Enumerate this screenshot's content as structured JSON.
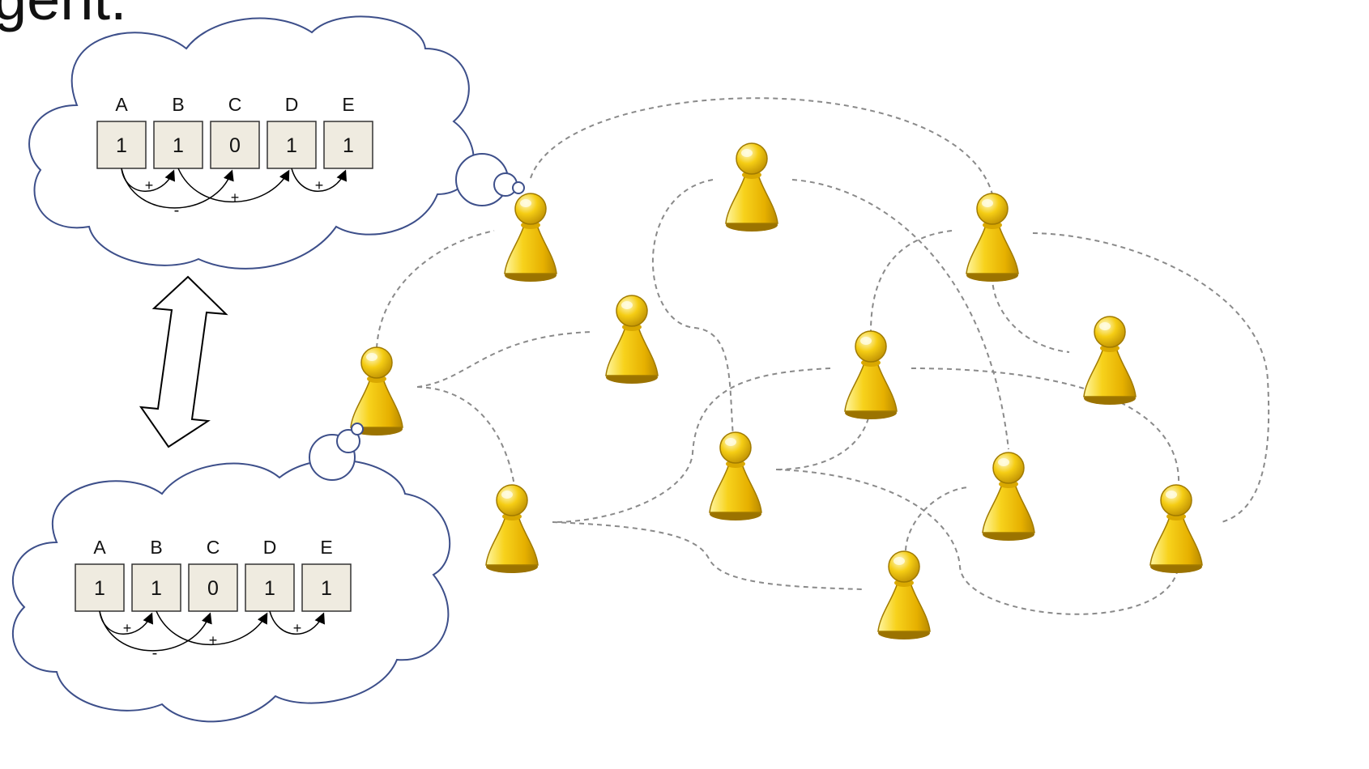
{
  "heading_fragment": "gent.",
  "colors": {
    "cloud_stroke": "#3d4f8a",
    "cell_fill": "#efebe0",
    "edge": "#8a8a8a",
    "pawn_light": "#fff6a0",
    "pawn_mid": "#f3c20c",
    "pawn_dark": "#b98a00"
  },
  "top_cloud": {
    "labels": [
      "A",
      "B",
      "C",
      "D",
      "E"
    ],
    "values": [
      "1",
      "1",
      "0",
      "1",
      "1"
    ],
    "links": [
      {
        "from": "A",
        "to": "B",
        "sign": "+"
      },
      {
        "from": "B",
        "to": "D",
        "sign": "+"
      },
      {
        "from": "A",
        "to": "C",
        "sign": "-"
      },
      {
        "from": "D",
        "to": "E",
        "sign": "+"
      }
    ]
  },
  "bottom_cloud": {
    "labels": [
      "A",
      "B",
      "C",
      "D",
      "E"
    ],
    "values": [
      "1",
      "1",
      "0",
      "1",
      "1"
    ],
    "links": [
      {
        "from": "A",
        "to": "B",
        "sign": "+"
      },
      {
        "from": "B",
        "to": "D",
        "sign": "+"
      },
      {
        "from": "A",
        "to": "C",
        "sign": "-"
      },
      {
        "from": "D",
        "to": "E",
        "sign": "+"
      }
    ]
  },
  "network": {
    "agents": [
      "a1",
      "a2",
      "a3",
      "a4",
      "a5",
      "a6",
      "a7",
      "a8",
      "a9",
      "a10",
      "a11",
      "a12"
    ]
  }
}
